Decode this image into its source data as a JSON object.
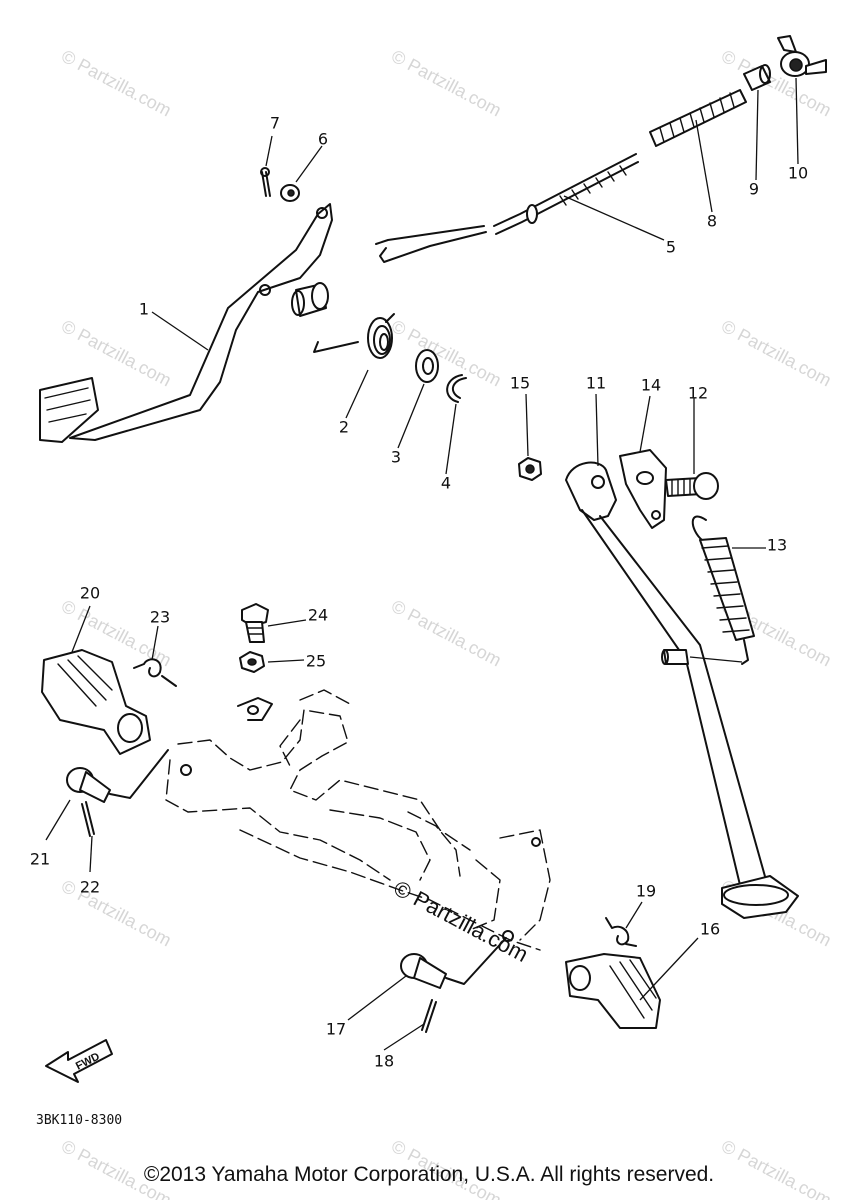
{
  "watermark": {
    "text": "© Partzilla.com",
    "center_text": "© Partzilla.com"
  },
  "callouts": [
    "1",
    "2",
    "3",
    "4",
    "5",
    "6",
    "7",
    "8",
    "9",
    "10",
    "11",
    "12",
    "13",
    "14",
    "15",
    "16",
    "17",
    "18",
    "19",
    "20",
    "21",
    "22",
    "23",
    "24",
    "25"
  ],
  "fwd_label": "FWD",
  "diagram_code": "3BK110-8300",
  "copyright": "©2013 Yamaha Motor Corporation, U.S.A. All rights reserved."
}
